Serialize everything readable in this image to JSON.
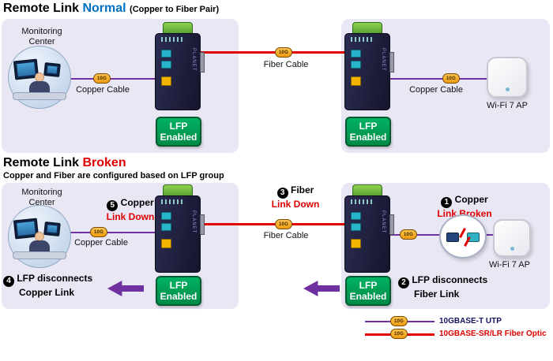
{
  "normal": {
    "title_main": "Remote Link",
    "title_accent": "Normal",
    "title_note": "(Copper to Fiber Pair)",
    "monitoring_label": "Monitoring\nCenter",
    "copper_cable_left": "Copper Cable",
    "fiber_cable": "Fiber Cable",
    "copper_cable_right": "Copper Cable",
    "wifi_ap": "Wi-Fi 7 AP",
    "lfp_left": "LFP\nEnabled",
    "lfp_right": "LFP\nEnabled"
  },
  "broken": {
    "title_main": "Remote Link",
    "title_accent": "Broken",
    "subtitle": "Copper and Fiber are configured based on LFP group",
    "monitoring_label": "Monitoring\nCenter",
    "copper_cable_left": "Copper Cable",
    "fiber_cable": "Fiber Cable",
    "wifi_ap": "Wi-Fi 7 AP",
    "lfp_left": "LFP\nEnabled",
    "lfp_right": "LFP\nEnabled",
    "steps": {
      "s1": {
        "num": "1",
        "text": "Copper",
        "status": "Link Broken"
      },
      "s2": {
        "num": "2",
        "line1": "LFP disconnects",
        "line2": "Fiber Link"
      },
      "s3": {
        "num": "3",
        "text": "Fiber",
        "status": "Link Down"
      },
      "s4": {
        "num": "4",
        "line1": "LFP disconnects",
        "line2": "Copper Link"
      },
      "s5": {
        "num": "5",
        "text": "Copper",
        "status": "Link Down"
      }
    }
  },
  "badge_10g": "10G",
  "device_brand": "PLANET",
  "legend": {
    "utp": "10GBASE-T UTP",
    "fiber": "10GBASE-SR/LR Fiber Optic"
  },
  "colors": {
    "copper_cable": "#7030a0",
    "fiber_cable": "#e00000",
    "badge_orange": "#f7a823",
    "lfp_green": "#00a651",
    "panel_lavender": "#e9e7f4",
    "title_accent_blue": "#0070c0",
    "title_accent_red": "#e00000"
  }
}
